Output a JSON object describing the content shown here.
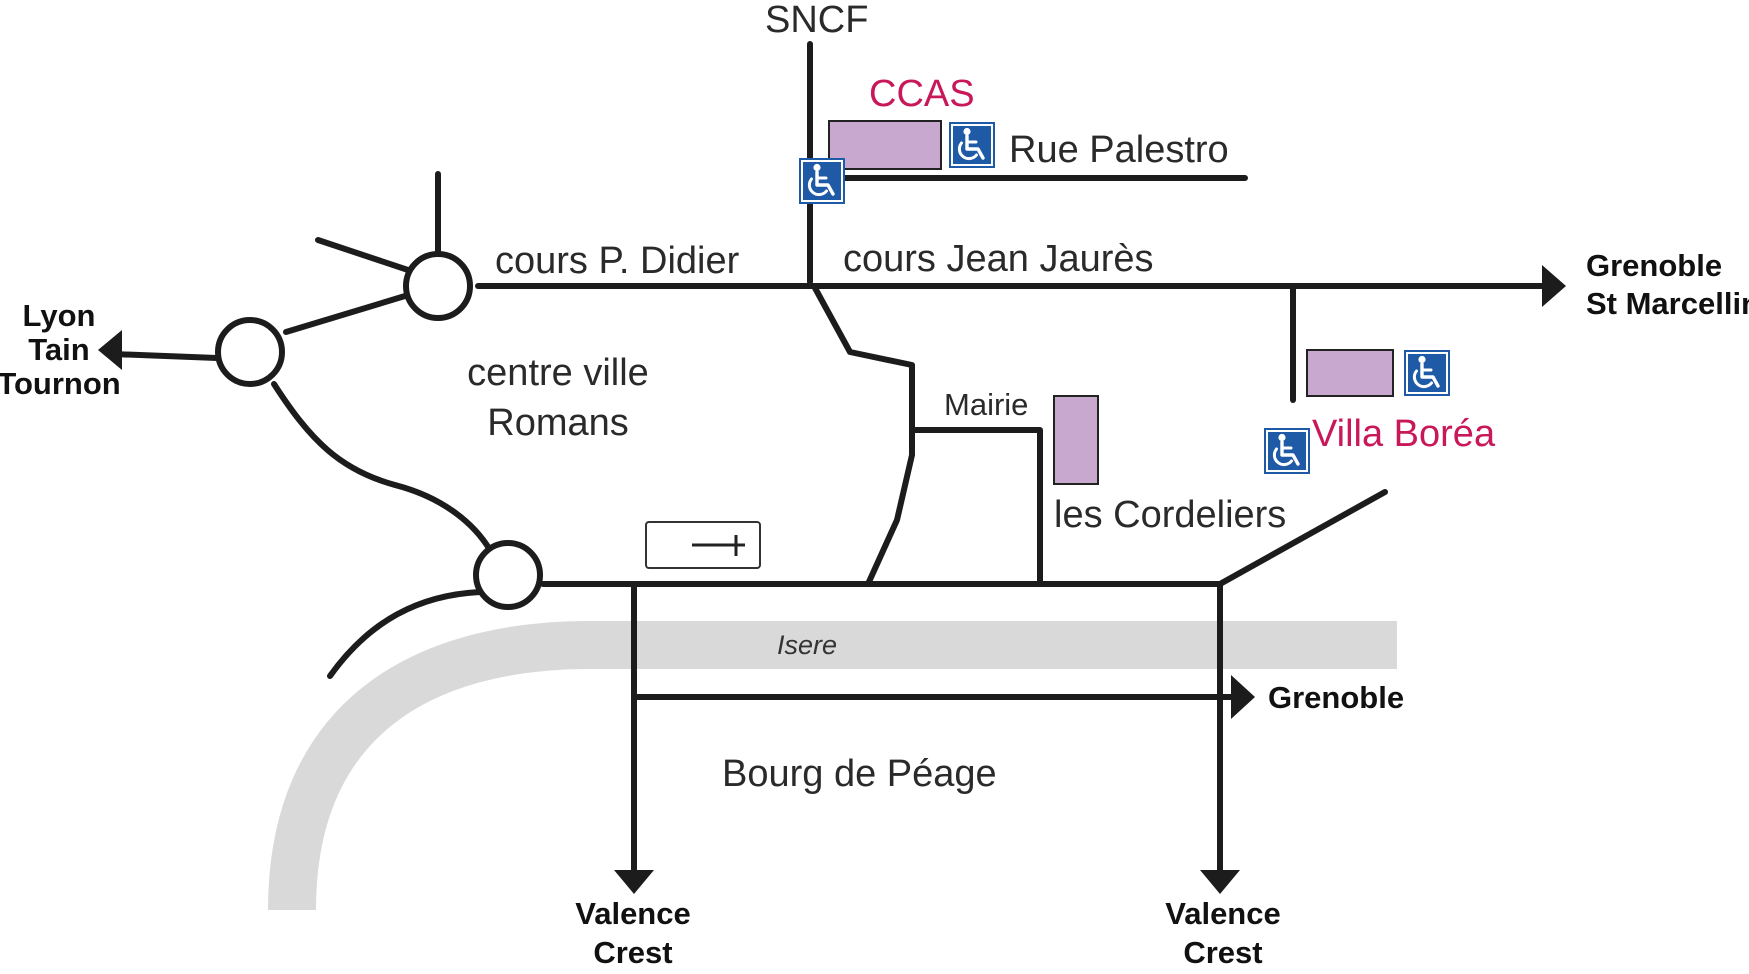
{
  "colors": {
    "road": "#1c1c1c",
    "river": "#d9d9d9",
    "building": "#c9a8cf",
    "accent_text": "#c8185a",
    "accessibility_icon": "#1f5aa6"
  },
  "labels": {
    "sncf": "SNCF",
    "ccas": "CCAS",
    "rue_palestro": "Rue Palestro",
    "cours_p_didier": "cours P. Didier",
    "cours_jean_jaures": "cours Jean Jaurès",
    "centre_ville_line1": "centre ville",
    "centre_ville_line2": "Romans",
    "mairie": "Mairie",
    "les_cordeliers": "les Cordeliers",
    "villa_borea": "Villa Boréa",
    "isere": "Isere",
    "bourg_de_peage": "Bourg de Péage"
  },
  "destinations": {
    "lyon_tain_tournon": [
      "Lyon",
      "Tain",
      "Tournon"
    ],
    "grenoble_st_marcellin": [
      "Grenoble",
      "St Marcellin"
    ],
    "grenoble": "Grenoble",
    "valence_crest_west": [
      "Valence",
      "Crest"
    ],
    "valence_crest_east": [
      "Valence",
      "Crest"
    ]
  },
  "icons": {
    "accessibility": "wheelchair-icon",
    "church": "church-icon"
  }
}
